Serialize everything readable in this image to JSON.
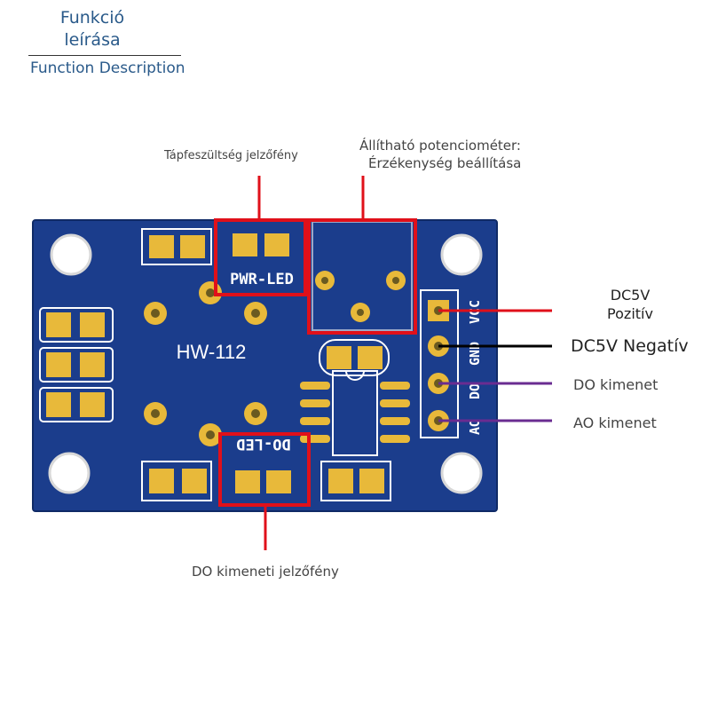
{
  "header": {
    "title_hu_line1": "Funkció",
    "title_hu_line2": "leírása",
    "title_en": "Function Description"
  },
  "board": {
    "model_label": "HW-112",
    "pwr_led_label": "PWR-LED",
    "do_led_label": "DO-LED",
    "pin_labels": [
      "VCC",
      "GND",
      "DO",
      "AO"
    ],
    "board_color": "#1b3d8c",
    "pad_color": "#e8b93a"
  },
  "callouts": {
    "power_led": "Tápfeszültség jelzőfény",
    "pot_line1": "Állítható potenciométer:",
    "pot_line2": "Érzékenység beállítása",
    "vcc_line1": "DC5V",
    "vcc_line2": "Pozitív",
    "gnd": "DC5V Negatív",
    "do_out": "DO kimenet",
    "ao_out": "AO kimenet",
    "do_led": "DO kimeneti jelzőfény"
  },
  "colors": {
    "highlight": "#e0101a",
    "vcc_line": "#e0101a",
    "gnd_line": "#000000",
    "signal_line": "#6a2c91"
  }
}
